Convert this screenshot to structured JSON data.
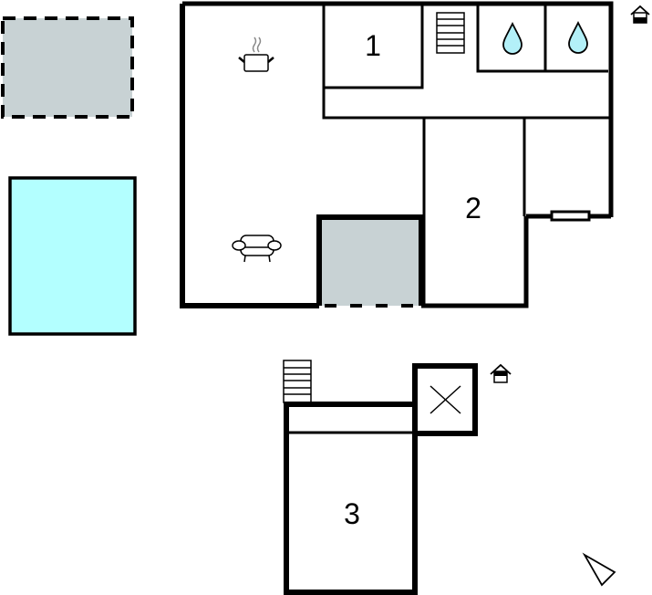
{
  "floor_plan": {
    "colors": {
      "wall": "#000000",
      "background": "#ffffff",
      "terrace": "#c8d2d4",
      "pool": "#b3ffff",
      "water_drop": "#b3f0f8"
    },
    "ground_floor": {
      "rooms": [
        {
          "id": "bedroom-1",
          "label": "1"
        },
        {
          "id": "bedroom-2",
          "label": "2"
        }
      ],
      "icons": [
        "kitchen-pot-icon",
        "living-sofa-icon",
        "staircase-icon",
        "bathroom-drop-icon",
        "bathroom-drop-icon",
        "window-icon",
        "floor-level-icon"
      ]
    },
    "upper_floor": {
      "rooms": [
        {
          "id": "bedroom-3",
          "label": "3"
        }
      ],
      "icons": [
        "staircase-icon",
        "void-cross-icon",
        "floor-level-icon"
      ]
    },
    "outdoor": [
      "terrace-dashed",
      "pool",
      "covered-terrace"
    ],
    "north_arrow": "north-arrow-icon"
  }
}
